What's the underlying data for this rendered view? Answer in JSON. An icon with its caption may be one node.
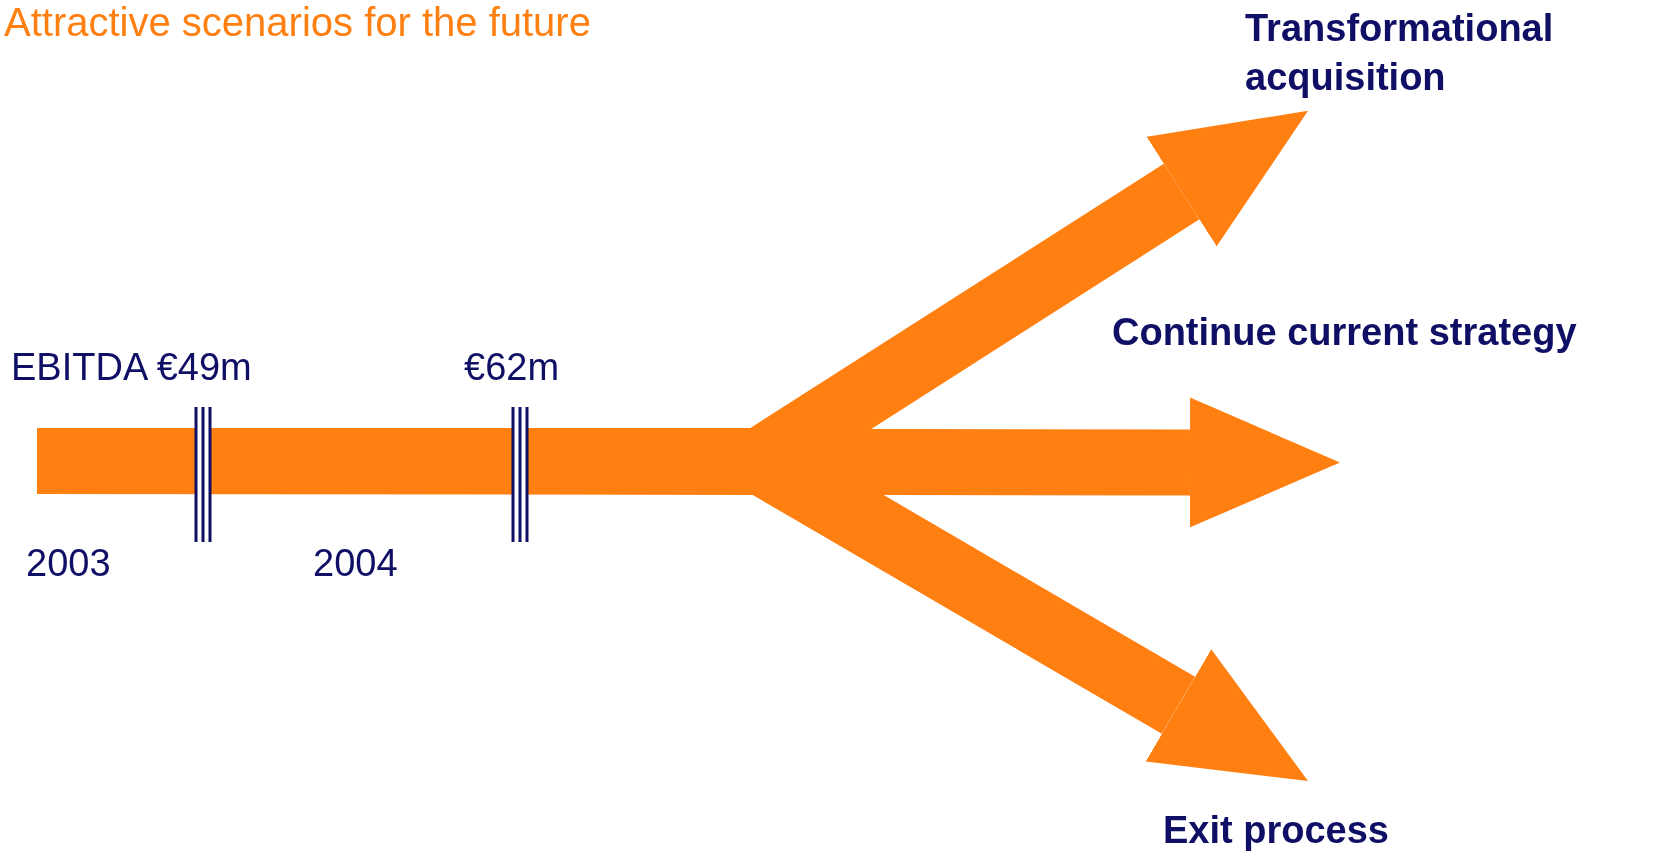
{
  "diagram": {
    "title": "Attractive scenarios for the future",
    "nodes": [
      {
        "text": [
          "Transformational acquisition"
        ]
      },
      {
        "text": [
          "Continue current strategy"
        ]
      },
      {
        "text": [
          "Exit process"
        ]
      }
    ],
    "edges": [
      {
        "from": null,
        "to": 0,
        "arrow": "to"
      },
      {
        "from": null,
        "to": 1,
        "arrow": "to"
      },
      {
        "from": null,
        "to": 2,
        "arrow": "to"
      }
    ],
    "labels": [
      "EBITDA €49m",
      "€62m",
      "2003",
      "2004"
    ]
  }
}
